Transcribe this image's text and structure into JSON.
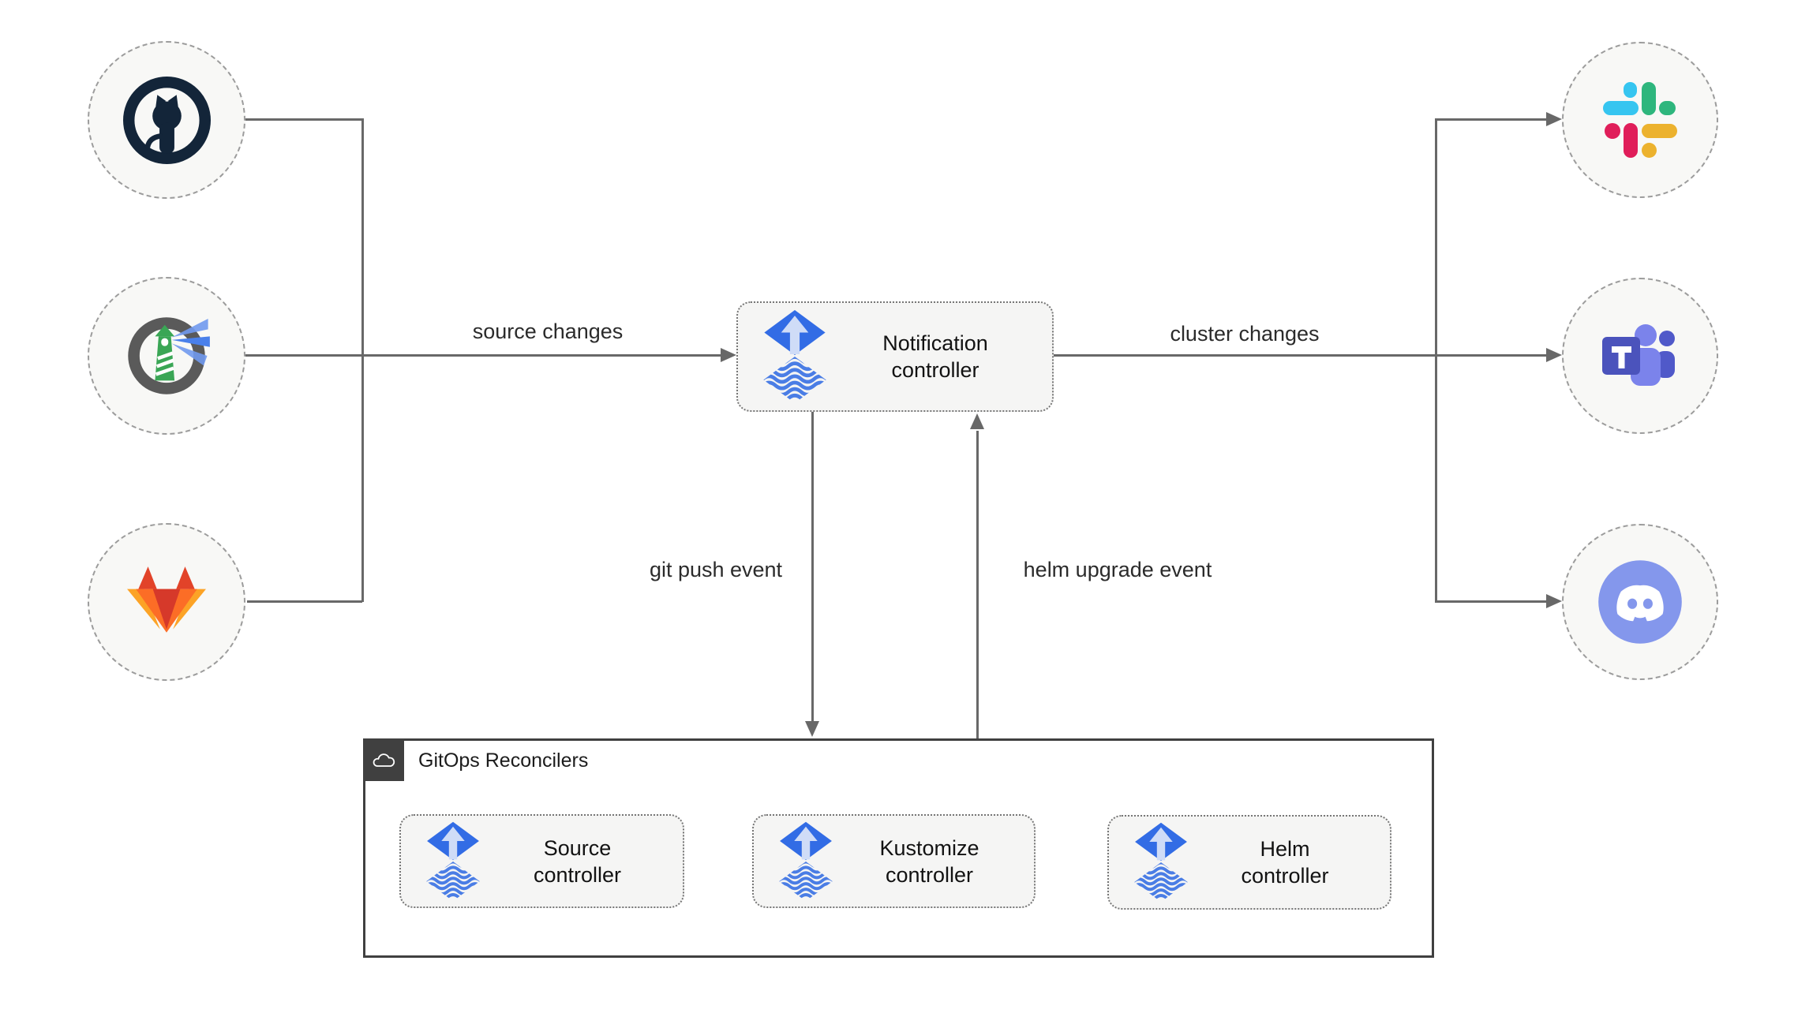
{
  "diagram": {
    "sources": [
      {
        "id": "github",
        "icon": "github-icon"
      },
      {
        "id": "harbor",
        "icon": "harbor-icon"
      },
      {
        "id": "gitlab",
        "icon": "gitlab-icon"
      }
    ],
    "destinations": [
      {
        "id": "slack",
        "icon": "slack-icon"
      },
      {
        "id": "teams",
        "icon": "microsoft-teams-icon"
      },
      {
        "id": "discord",
        "icon": "discord-icon"
      }
    ],
    "controllers": {
      "notification": {
        "label": "Notification controller"
      },
      "source": {
        "label": "Source controller"
      },
      "kustomize": {
        "label": "Kustomize controller"
      },
      "helm": {
        "label": "Helm controller"
      }
    },
    "group": {
      "label": "GitOps Reconcilers"
    },
    "edges": {
      "source_changes": "source changes",
      "cluster_changes": "cluster changes",
      "git_push_event": "git push event",
      "helm_upgrade_event": "helm upgrade event"
    },
    "colors": {
      "line": "#686868",
      "flux_blue": "#326ce5",
      "flux_wave": "#4a7de5",
      "box_fill": "#f5f5f4",
      "circle_fill": "#f8f8f6",
      "group_border": "#404040",
      "slack_blue": "#36c5f0",
      "slack_green": "#2eb67d",
      "slack_red": "#e01e5a",
      "slack_yellow": "#ecb22e",
      "teams_purple": "#4b53bc",
      "discord_blurple": "#8497ec",
      "gitlab_red": "#e24329",
      "gitlab_orange": "#fc6d26",
      "gitlab_yellow": "#fca326",
      "harbor_green": "#3aa655",
      "github_navy": "#132539"
    }
  }
}
